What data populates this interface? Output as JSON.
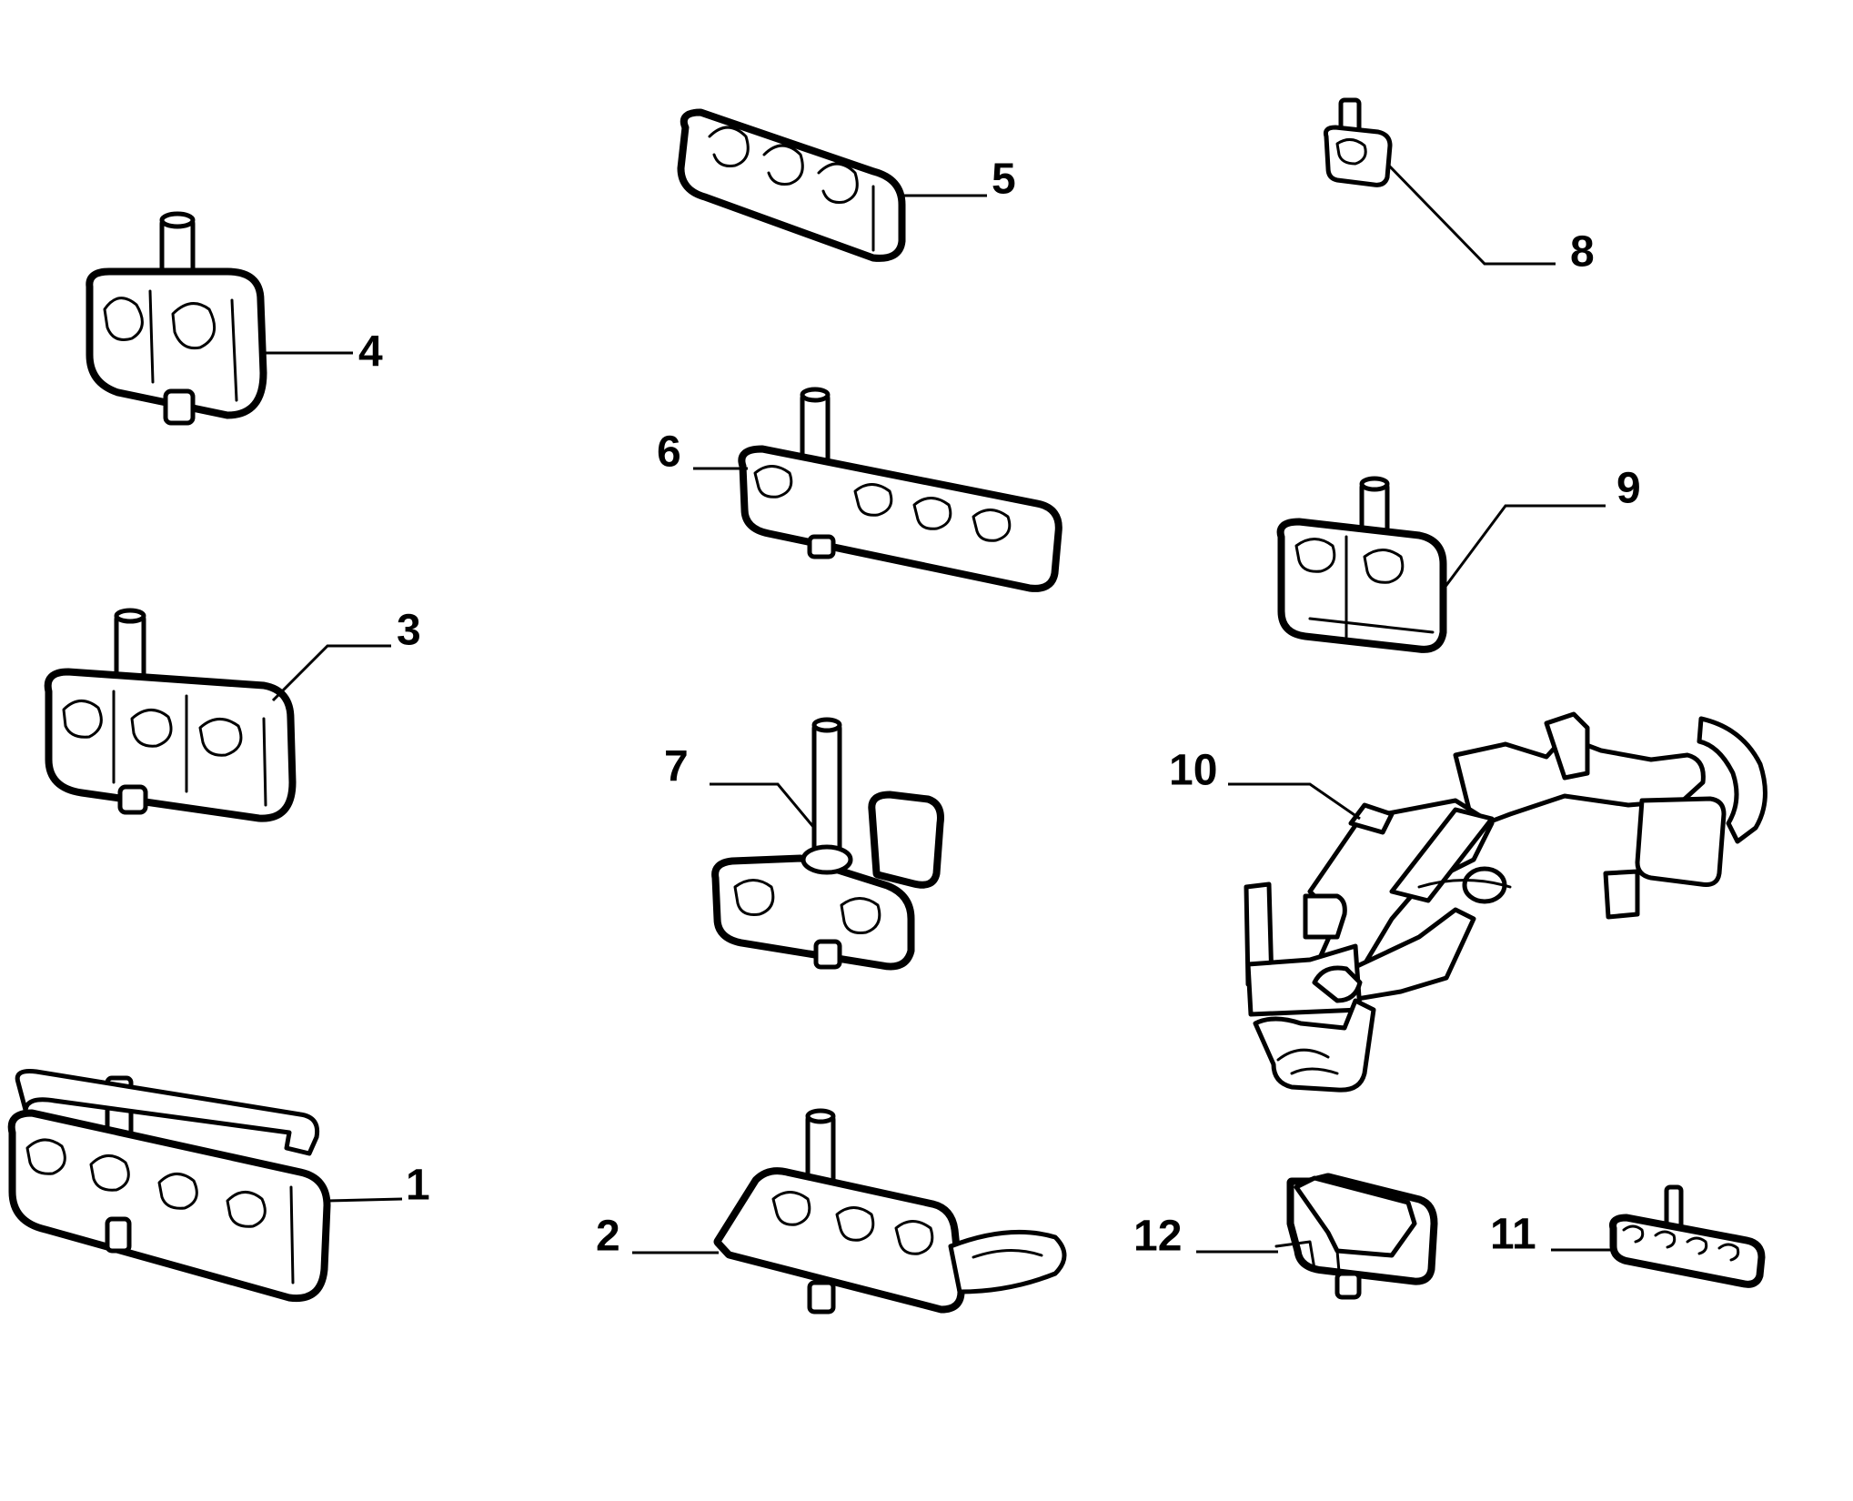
{
  "colors": {
    "background": "#ffffff",
    "ink": "#000000"
  },
  "parts": [
    {
      "number": "1",
      "description": ""
    },
    {
      "number": "2",
      "description": ""
    },
    {
      "number": "3",
      "description": ""
    },
    {
      "number": "4",
      "description": ""
    },
    {
      "number": "5",
      "description": ""
    },
    {
      "number": "6",
      "description": ""
    },
    {
      "number": "7",
      "description": ""
    },
    {
      "number": "8",
      "description": ""
    },
    {
      "number": "9",
      "description": ""
    },
    {
      "number": "10",
      "description": ""
    },
    {
      "number": "11",
      "description": ""
    },
    {
      "number": "12",
      "description": ""
    }
  ]
}
